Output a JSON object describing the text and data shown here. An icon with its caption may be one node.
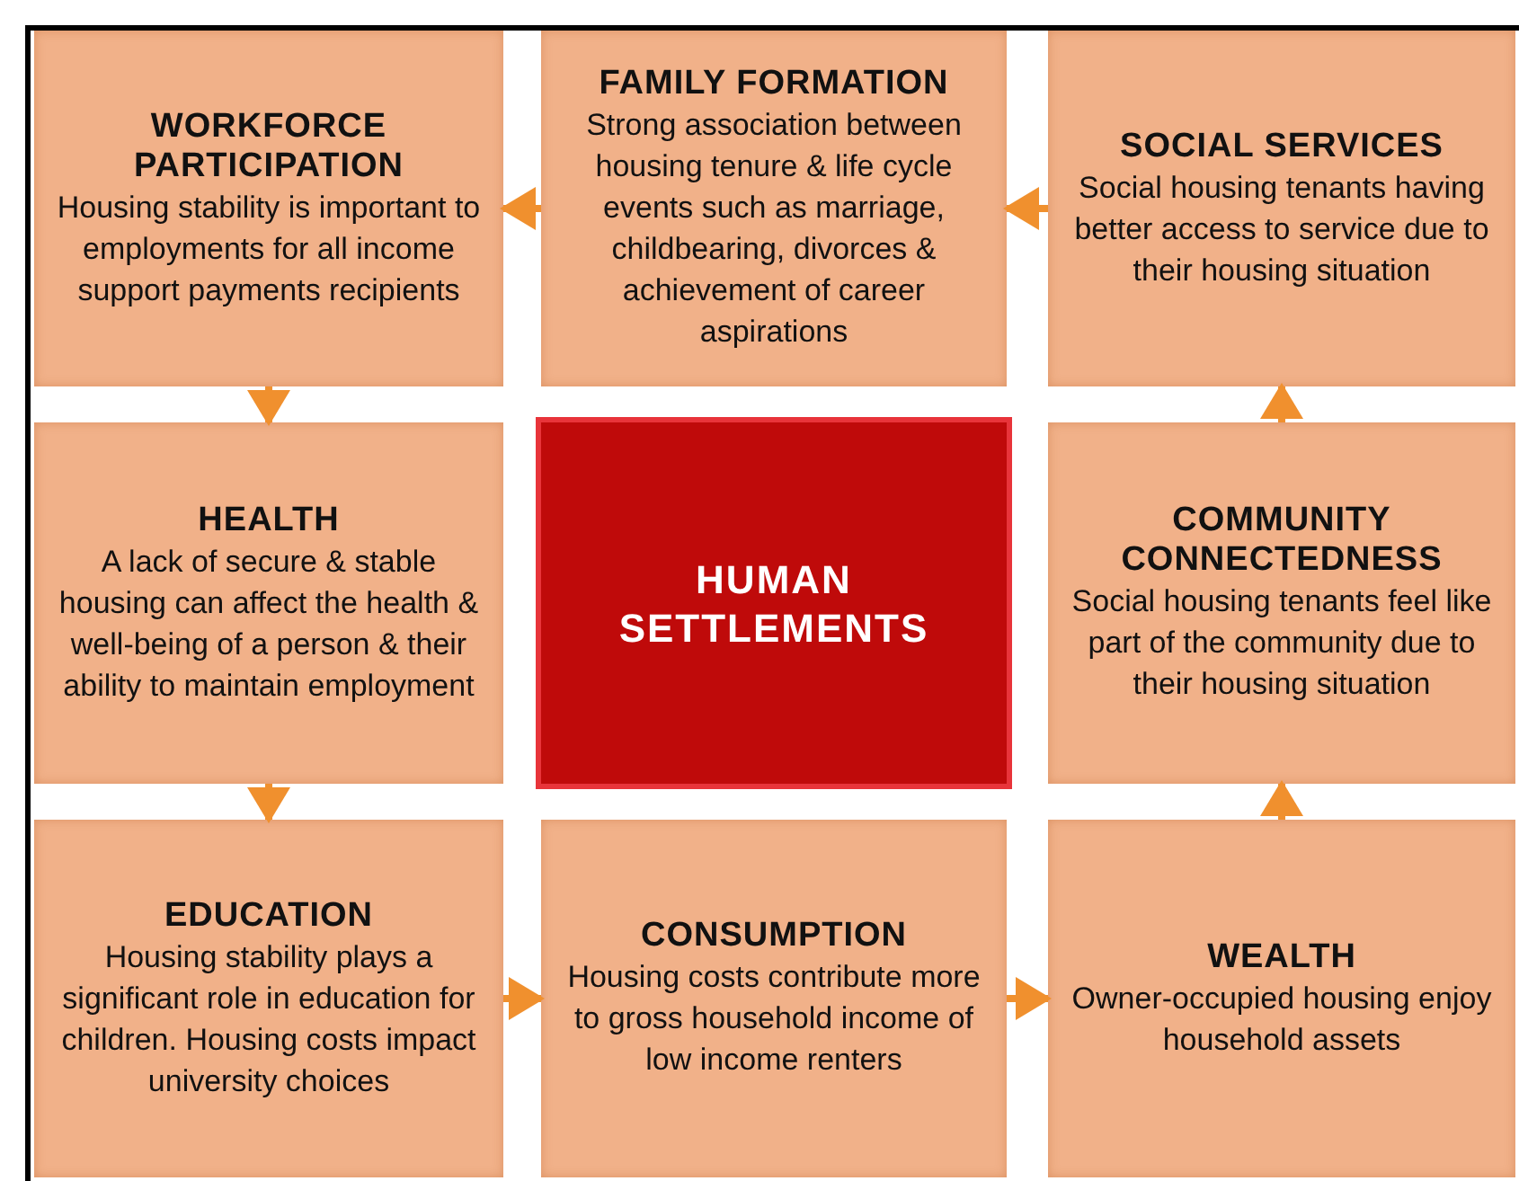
{
  "diagram": {
    "nodes": [
      {
        "text": [
          "WORKFORCE PARTICIPATION",
          "Housing stability is important to employments for all income support payments recipients"
        ]
      },
      {
        "text": [
          "FAMILY FORMATION",
          "Strong association between housing tenure & life cycle events such as marriage, childbearing, divorces & achievement of career aspirations"
        ]
      },
      {
        "text": [
          "SOCIAL SERVICES",
          "Social housing tenants having better access to service due to their housing situation"
        ]
      },
      {
        "text": [
          "HEALTH",
          "A lack of secure & stable housing can affect the health & well-being of a person & their ability to maintain employment"
        ]
      },
      {
        "text": [
          "HUMAN SETTLEMENTS"
        ]
      },
      {
        "text": [
          "COMMUNITY CONNECTEDNESS",
          "Social housing tenants feel like part of the community due to their housing situation"
        ]
      },
      {
        "text": [
          "EDUCATION",
          "Housing stability plays a significant role in education for children. Housing costs impact university choices"
        ]
      },
      {
        "text": [
          "CONSUMPTION",
          "Housing costs contribute more to gross household income of low income renters"
        ]
      },
      {
        "text": [
          "WEALTH",
          "Owner-occupied housing enjoy household assets"
        ]
      }
    ],
    "edges": [
      {
        "from": 2,
        "to": 1,
        "arrow": "to"
      },
      {
        "from": 1,
        "to": 0,
        "arrow": "to"
      },
      {
        "from": 0,
        "to": 3,
        "arrow": "to"
      },
      {
        "from": 3,
        "to": 6,
        "arrow": "to"
      },
      {
        "from": 6,
        "to": 7,
        "arrow": "to"
      },
      {
        "from": 7,
        "to": 8,
        "arrow": "to"
      },
      {
        "from": 8,
        "to": 5,
        "arrow": "to"
      },
      {
        "from": 5,
        "to": 2,
        "arrow": "to"
      }
    ]
  }
}
